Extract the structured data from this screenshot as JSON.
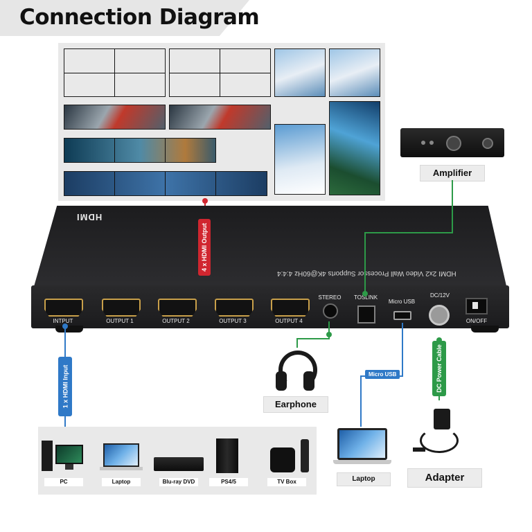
{
  "header": {
    "title": "Connection Diagram"
  },
  "device": {
    "brand_logo": "HDMI",
    "title": "HDMI 2x2 Video Wall Processor Supports 4K@60Hz 4:4:4",
    "ports": {
      "input": "INTPUT",
      "outputs": [
        "OUTPUT 1",
        "OUTPUT 2",
        "OUTPUT 3",
        "OUTPUT 4"
      ],
      "stereo": "STEREO",
      "toslink": "TOSLINK",
      "micro_usb": "Micro USB",
      "dc": "DC/12V",
      "switch": "ON/OFF"
    }
  },
  "connections": {
    "hdmi_output": "4 x HDMI Output",
    "hdmi_input": "1 x HDMI Input",
    "micro_usb": "Micro USB",
    "dc_power": "DC Power Cable"
  },
  "devices": {
    "amplifier": "Amplifier",
    "earphone": "Earphone",
    "laptop": "Laptop",
    "adapter": "Adapter"
  },
  "sources": [
    "PC",
    "Laptop",
    "Blu-ray DVD",
    "PS4/5",
    "TV Box"
  ],
  "colors": {
    "output": "#d0262f",
    "input": "#2f79c7",
    "audio": "#2d9a48"
  }
}
